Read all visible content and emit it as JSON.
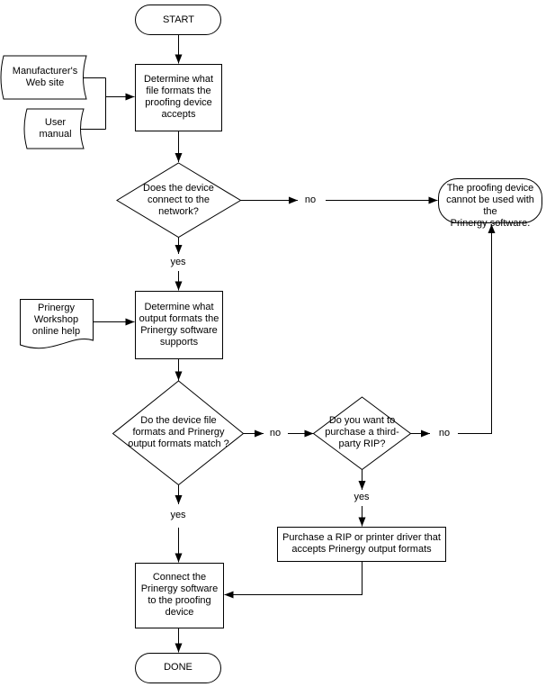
{
  "diagram": {
    "background": "#ffffff",
    "line_color": "#000000",
    "nodes": {
      "start": {
        "type": "terminator",
        "label": "START"
      },
      "manufacturers_web_site": {
        "type": "stored-data",
        "label": "Manufacturer's\nWeb site"
      },
      "user_manual": {
        "type": "stored-data",
        "label": "User\nmanual"
      },
      "determine_file_formats": {
        "type": "process",
        "label": "Determine what\nfile formats the\nproofing device\naccepts"
      },
      "device_connects_network": {
        "type": "decision",
        "label": "Does the device\nconnect to the\nnetwork?"
      },
      "cannot_be_used": {
        "type": "terminator",
        "label": "The proofing device\ncannot be used with the\nPrinergy software."
      },
      "prinergy_workshop_help": {
        "type": "document",
        "label": "Prinergy\nWorkshop\nonline help"
      },
      "determine_output_formats": {
        "type": "process",
        "label": "Determine what\noutput formats the\nPrinergy software\nsupports"
      },
      "formats_match": {
        "type": "decision",
        "label": "Do the device file\nformats and Prinergy\noutput formats match ?"
      },
      "want_third_party_rip": {
        "type": "decision",
        "label": "Do you want to\npurchase a third-\nparty RIP?"
      },
      "purchase_rip": {
        "type": "process",
        "label": "Purchase a RIP or printer driver that\naccepts Prinergy output formats"
      },
      "connect_software": {
        "type": "process",
        "label": "Connect the\nPrinergy software\nto the proofing\ndevice"
      },
      "done": {
        "type": "terminator",
        "label": "DONE"
      }
    },
    "edge_labels": {
      "network_no": "no",
      "network_yes": "yes",
      "match_no": "no",
      "match_yes": "yes",
      "rip_no": "no",
      "rip_yes": "yes"
    }
  }
}
